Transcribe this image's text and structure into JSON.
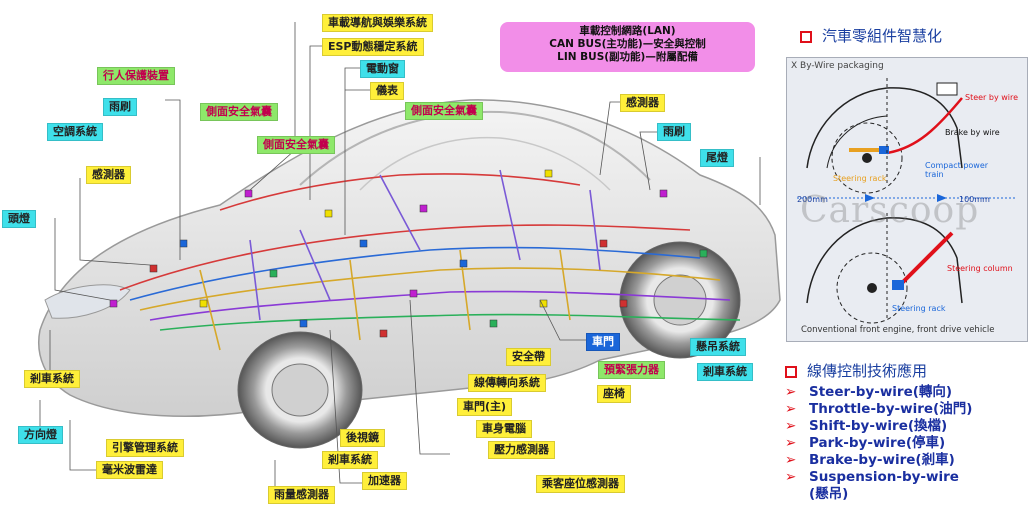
{
  "lan": {
    "line1": "車載控制網路(LAN)",
    "line2": "CAN BUS(主功能)—安全與控制",
    "line3": "LIN BUS(副功能)—附屬配備"
  },
  "labels": {
    "nav": "車載導航與娛樂系統",
    "esp": "ESP動態穩定系統",
    "window": "電動窗",
    "pedestrian": "行人保護裝置",
    "dashboard": "儀表",
    "wiper_l": "雨刷",
    "side_airbag1": "側面安全氣囊",
    "side_airbag2": "側面安全氣囊",
    "side_airbag3": "側面安全氣囊",
    "sensor_r": "感測器",
    "wiper_r": "雨刷",
    "ac": "空調系統",
    "taillight": "尾燈",
    "sensor_l": "感測器",
    "headlight": "頭燈",
    "door": "車門",
    "suspension": "懸吊系統",
    "seatbelt": "安全帶",
    "pretensioner": "預緊張力器",
    "brake_r": "剎車系統",
    "brake_l": "剎車系統",
    "steer": "線傳轉向系統",
    "seat": "座椅",
    "door_main": "車門(主)",
    "body_ecu": "車身電腦",
    "turn_signal": "方向燈",
    "mirror": "後視鏡",
    "pressure": "壓力感測器",
    "engine": "引擎管理系統",
    "brake_c": "剎車系統",
    "radar": "毫米波雷達",
    "accel": "加速器",
    "occupant": "乘客座位感測器",
    "rain": "雨量感測器"
  },
  "right": {
    "heading1": "汽車零組件智慧化",
    "heading2": "線傳控制技術應用",
    "items": [
      "Steer-by-wire(轉向)",
      "Throttle-by-wire(油門)",
      "Shift-by-wire(換檔)",
      "Park-by-wire(停車)",
      "Brake-by-wire(剎車)",
      "Suspension-by-wire"
    ],
    "last_item_tail": "(懸吊)"
  },
  "panel": {
    "title": "X By-Wire packaging",
    "steer_by_wire": "Steer by wire",
    "brake_by_wire": "Brake by wire",
    "compact": "Compact power train",
    "steering_rack1": "Steering rack",
    "dim1": "200mm",
    "dim2": "100mm",
    "steering_column": "Steering column",
    "steering_rack2": "Steering rack",
    "footer": "Conventional front engine, front drive vehicle",
    "watermark": "Carscoop"
  }
}
